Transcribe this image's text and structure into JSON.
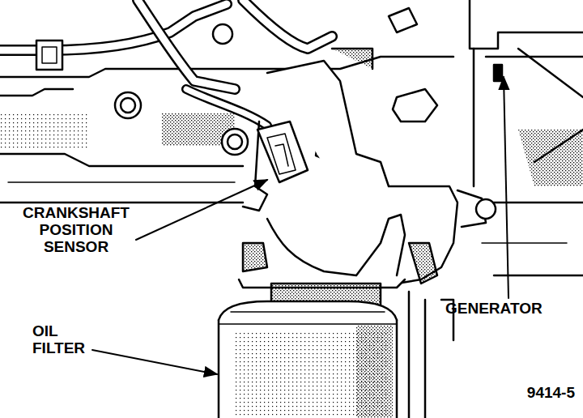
{
  "diagram": {
    "labels": [
      "CRANKSHAFT POSITION SENSOR",
      "OIL FILTER",
      "GENERATOR",
      "9414-5"
    ]
  }
}
